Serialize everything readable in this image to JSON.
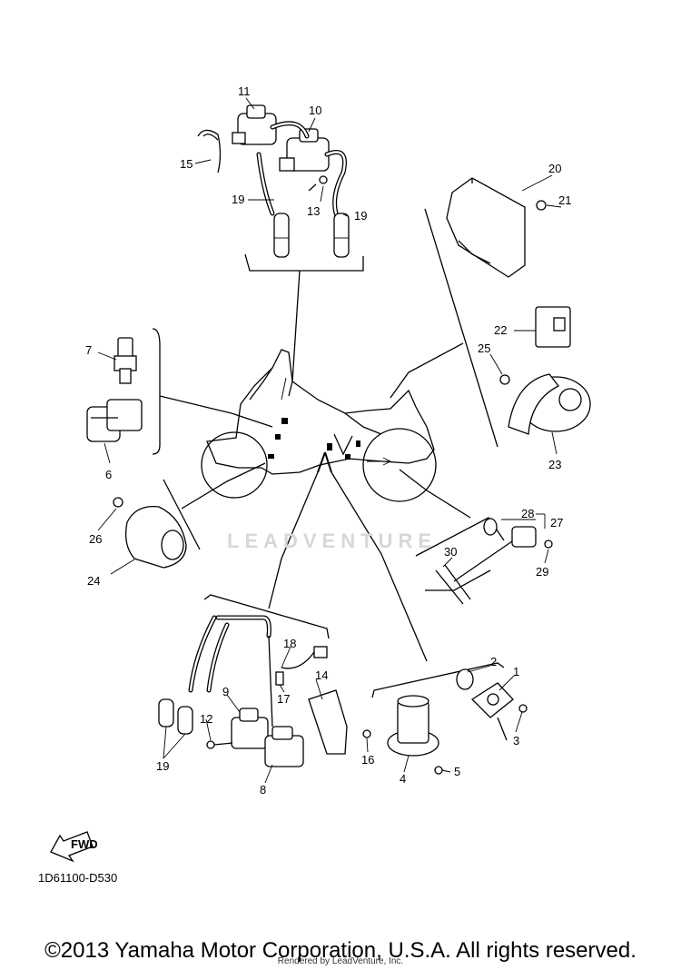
{
  "diagram": {
    "watermark": "LEADVENTURE",
    "code": "1D61100-D530",
    "fwd_label": "FWD",
    "copyright": "©2013 Yamaha Motor Corporation, U.S.A. All rights reserved.",
    "render_credit": "Rendered by LeadVenture, Inc.",
    "callouts": {
      "c1": "1",
      "c2": "2",
      "c3": "3",
      "c4": "4",
      "c5": "5",
      "c6": "6",
      "c7": "7",
      "c8": "8",
      "c9": "9",
      "c10": "10",
      "c11": "11",
      "c12": "12",
      "c13": "13",
      "c14": "14",
      "c15": "15",
      "c16": "16",
      "c17": "17",
      "c18": "18",
      "c19a": "19",
      "c19b": "19",
      "c19c": "19",
      "c20": "20",
      "c21": "21",
      "c22": "22",
      "c23": "23",
      "c24": "24",
      "c25": "25",
      "c26": "26",
      "c27": "27",
      "c28": "28",
      "c29": "29",
      "c30": "30"
    }
  }
}
